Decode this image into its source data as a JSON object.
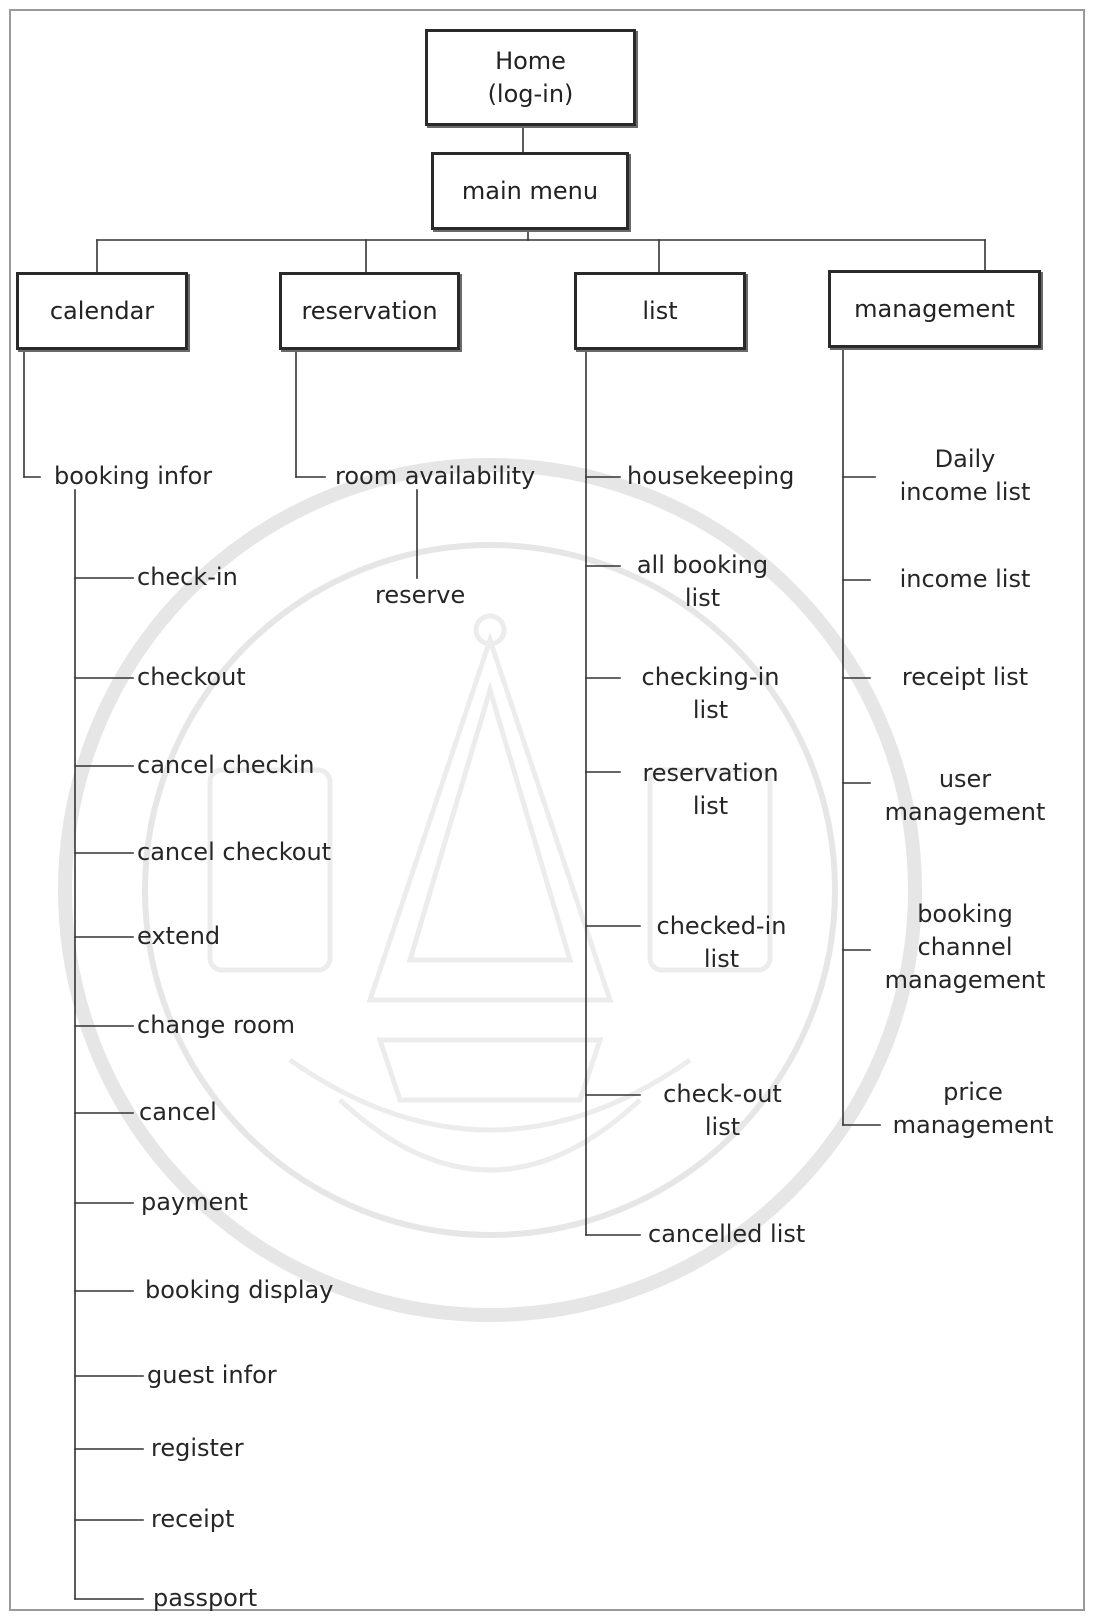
{
  "root": {
    "line1": "Home",
    "line2": "(log-in)"
  },
  "main_menu": "main menu",
  "sections": {
    "calendar": "calendar",
    "reservation": "reservation",
    "list": "list",
    "management": "management"
  },
  "calendar": {
    "booking_infor": "booking infor",
    "items": [
      "check-in",
      "checkout",
      "cancel checkin",
      "cancel checkout",
      "extend",
      "change room",
      "cancel",
      "payment",
      "booking display",
      "guest infor",
      "register",
      "receipt",
      "passport"
    ]
  },
  "reservation": {
    "room_availability": "room availability",
    "reserve": "reserve"
  },
  "list": {
    "items": [
      {
        "l1": "housekeeping",
        "l2": ""
      },
      {
        "l1": "all booking",
        "l2": "list"
      },
      {
        "l1": "checking-in",
        "l2": "list"
      },
      {
        "l1": "reservation",
        "l2": "list"
      },
      {
        "l1": "checked-in",
        "l2": "list"
      },
      {
        "l1": "check-out",
        "l2": "list"
      },
      {
        "l1": "cancelled list",
        "l2": ""
      }
    ]
  },
  "management": {
    "items": [
      {
        "l1": "Daily",
        "l2": "income list",
        "l3": ""
      },
      {
        "l1": "income list",
        "l2": "",
        "l3": ""
      },
      {
        "l1": "receipt list",
        "l2": "",
        "l3": ""
      },
      {
        "l1": "user",
        "l2": "management",
        "l3": ""
      },
      {
        "l1": "booking",
        "l2": "channel",
        "l3": "management"
      },
      {
        "l1": "price",
        "l2": "management",
        "l3": ""
      }
    ]
  }
}
